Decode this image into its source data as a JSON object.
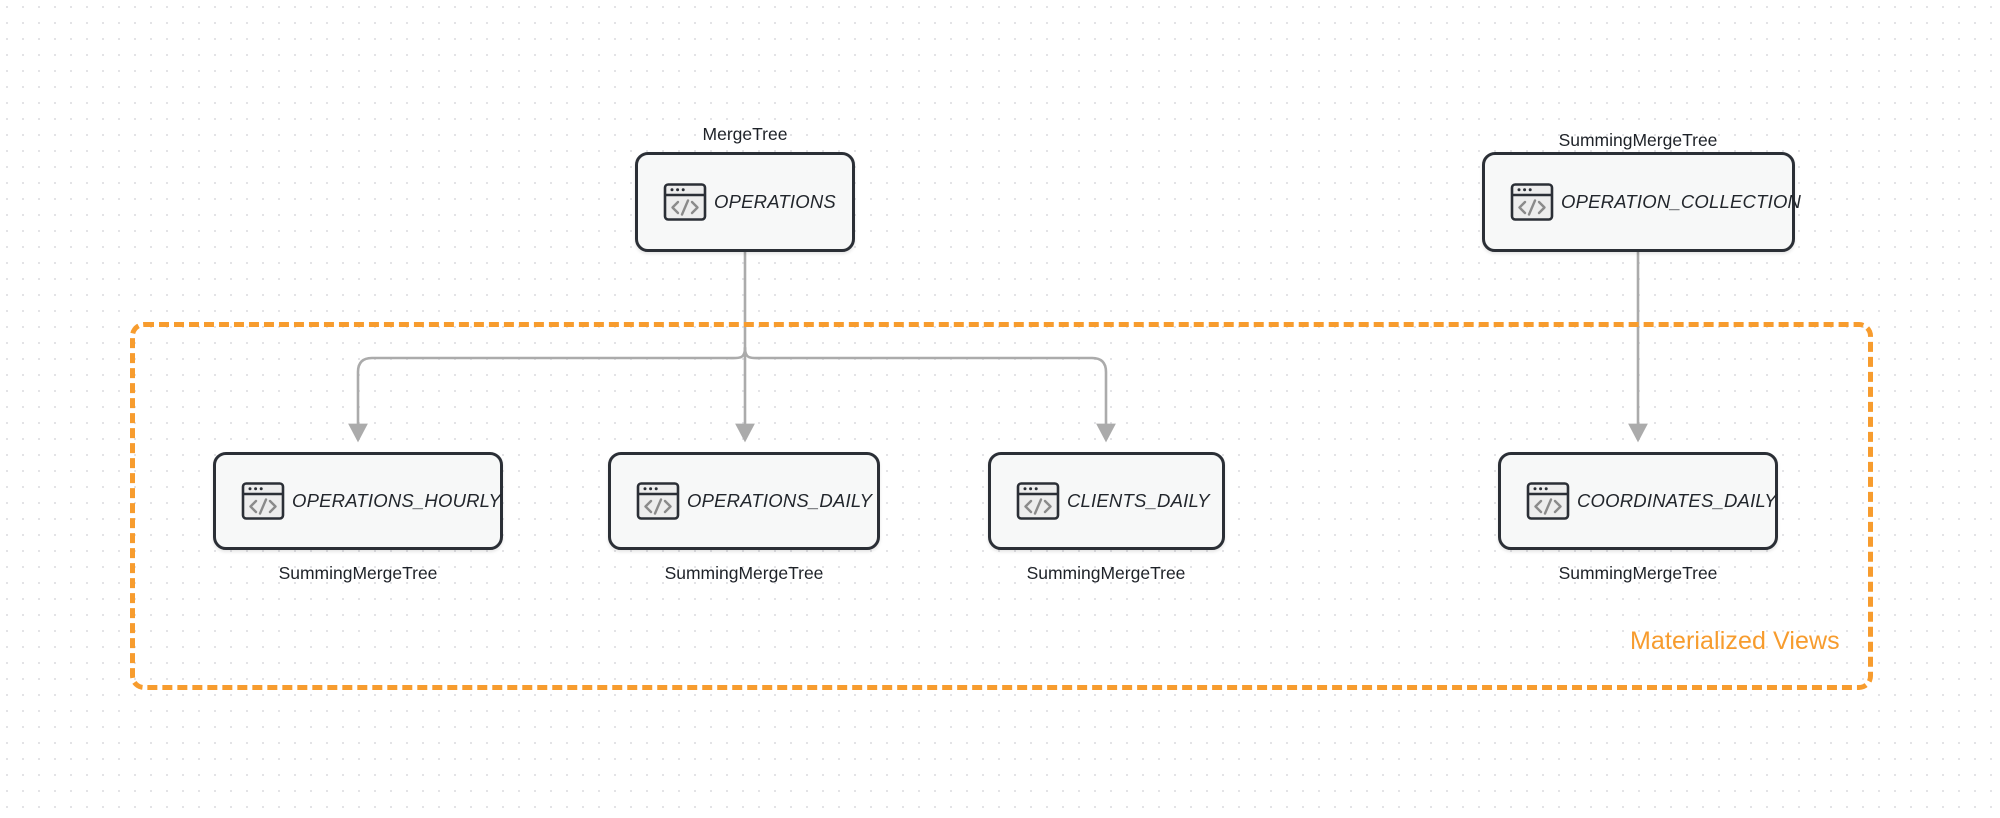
{
  "diagram": {
    "title": "ClickHouse table / materialized view topology",
    "background": {
      "style": "dot-grid",
      "color": "#ffffff",
      "dot_color": "#e3e3e6"
    },
    "accent_color": "#F79C2E",
    "node_border_color": "#2B2F36",
    "node_fill_color": "#F7F8F8",
    "connector_color": "#ABABAB"
  },
  "group": {
    "label": "Materialized Views",
    "border_style": "dashed",
    "color": "#F79C2E"
  },
  "source_nodes": [
    {
      "id": "operations",
      "name": "OPERATIONS",
      "engine": "MergeTree",
      "icon": "code-window-icon",
      "engine_position": "above"
    },
    {
      "id": "operation_collection",
      "name": "OPERATION_COLLECTION",
      "engine": "SummingMergeTree",
      "icon": "code-window-icon",
      "engine_position": "above"
    }
  ],
  "view_nodes": [
    {
      "id": "operations_hourly",
      "name": "OPERATIONS_HOURLY",
      "engine": "SummingMergeTree",
      "icon": "code-window-icon",
      "engine_position": "below",
      "source": "operations"
    },
    {
      "id": "operations_daily",
      "name": "OPERATIONS_DAILY",
      "engine": "SummingMergeTree",
      "icon": "code-window-icon",
      "engine_position": "below",
      "source": "operations"
    },
    {
      "id": "clients_daily",
      "name": "CLIENTS_DAILY",
      "engine": "SummingMergeTree",
      "icon": "code-window-icon",
      "engine_position": "below",
      "source": "operations"
    },
    {
      "id": "coordinates_daily",
      "name": "COORDINATES_DAILY",
      "engine": "SummingMergeTree",
      "icon": "code-window-icon",
      "engine_position": "below",
      "source": "operation_collection"
    }
  ],
  "edges": [
    {
      "from": "operations",
      "to": "operations_hourly",
      "arrow": "down"
    },
    {
      "from": "operations",
      "to": "operations_daily",
      "arrow": "down"
    },
    {
      "from": "operations",
      "to": "clients_daily",
      "arrow": "down"
    },
    {
      "from": "operation_collection",
      "to": "coordinates_daily",
      "arrow": "down"
    }
  ]
}
